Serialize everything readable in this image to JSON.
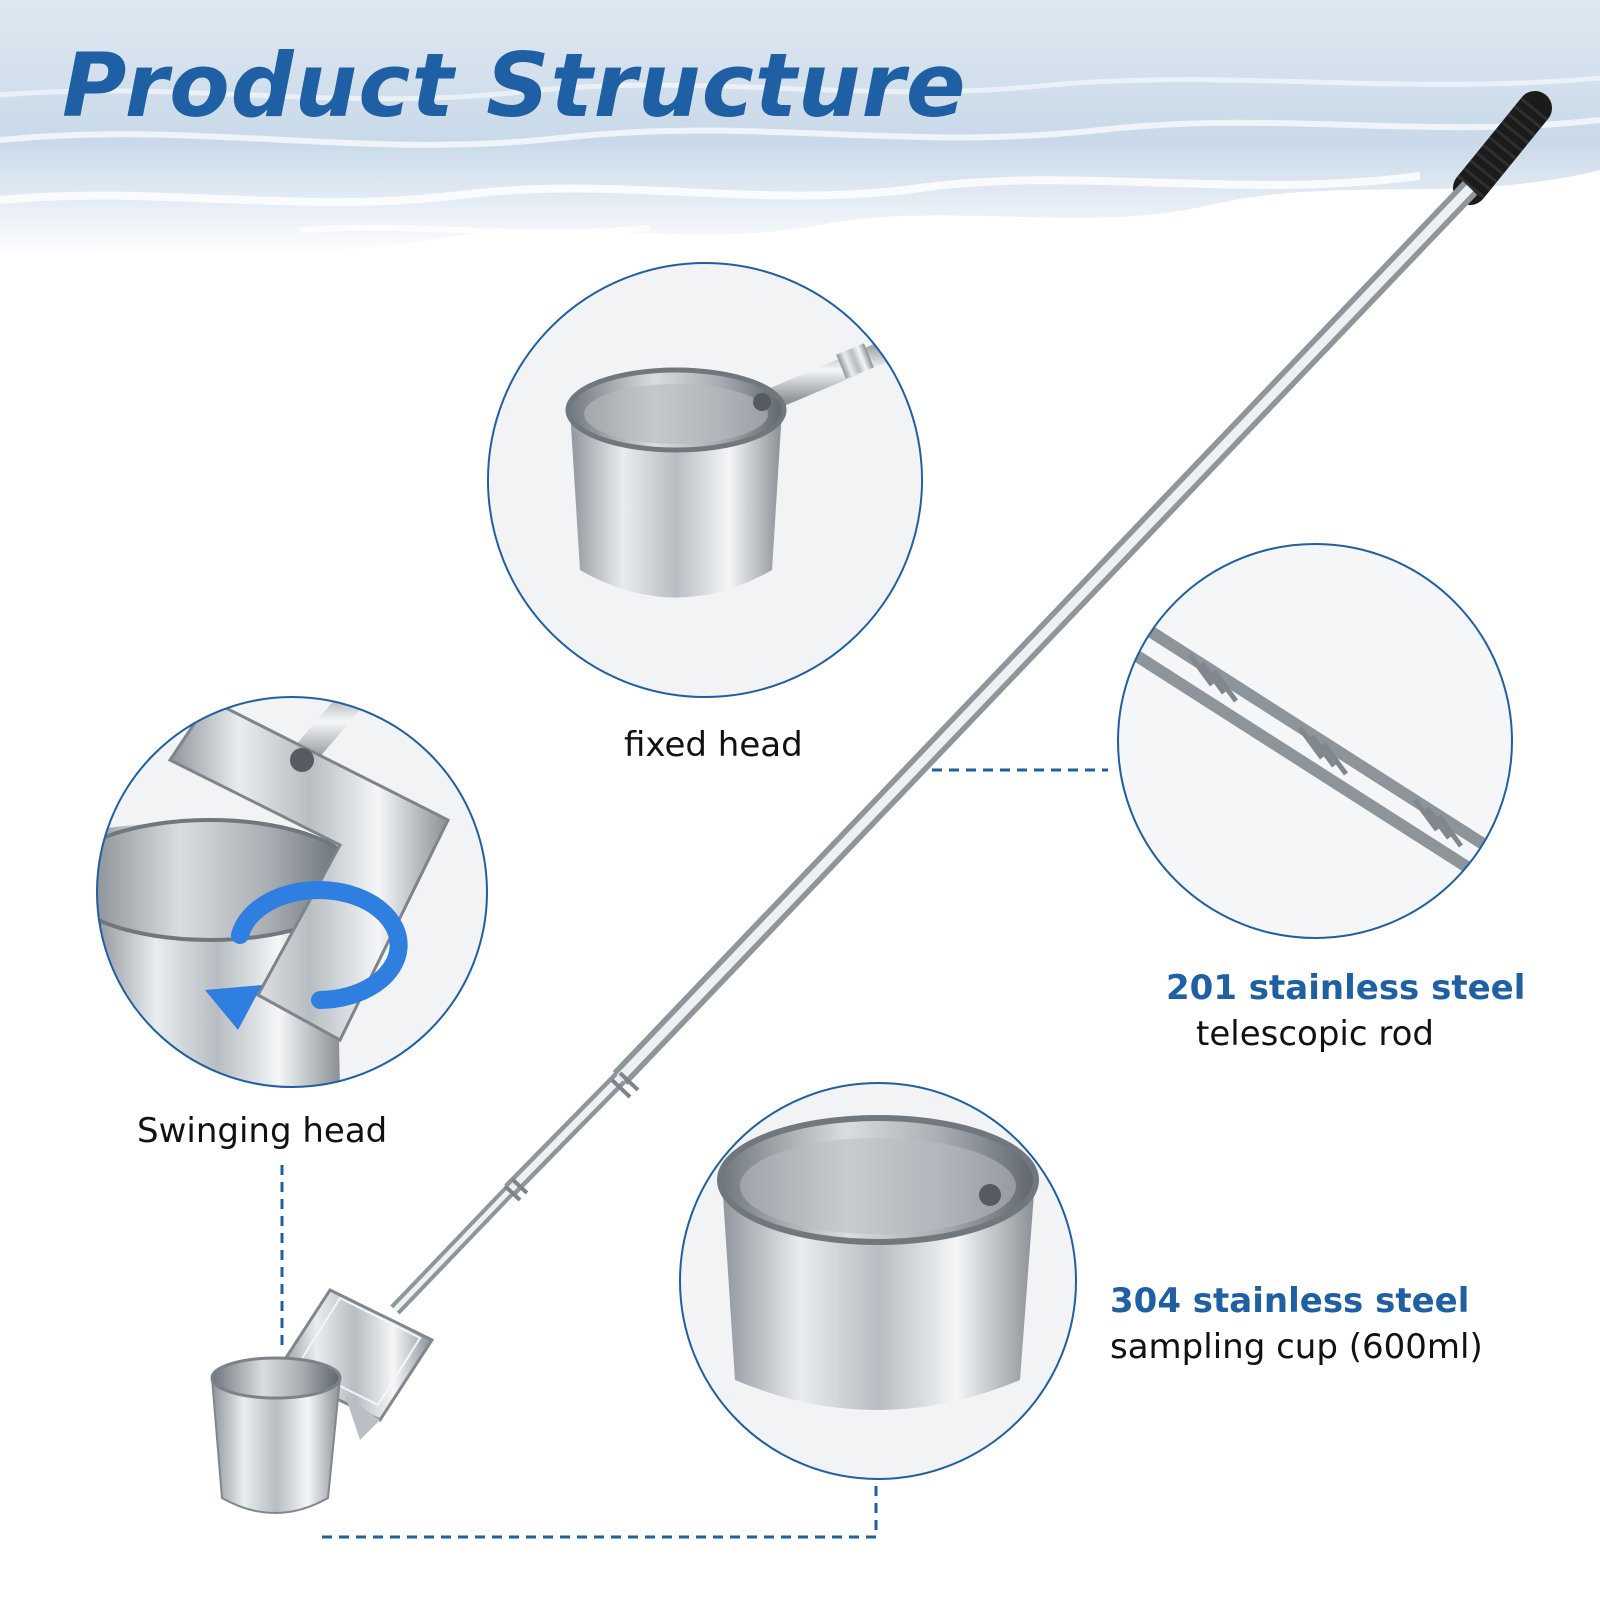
{
  "page": {
    "title": "Product Structure"
  },
  "colors": {
    "title": "#1f5fa3",
    "accent_text": "#1f5fa3",
    "body_text": "#111111",
    "circle_border": "#1f5fa3",
    "dashed_leader": "#1f5fa3",
    "grip": "#1b1b1b",
    "steel": "#c9ced3",
    "rotate_arrow": "#2f7fe0"
  },
  "callouts": {
    "fixed_head": {
      "text": "fixed head"
    },
    "swinging_head": {
      "text": "Swinging head"
    },
    "rod": {
      "line1": "201 stainless steel",
      "line2": "telescopic rod"
    },
    "cup": {
      "line1": "304 stainless steel",
      "line2": "sampling cup (600ml)"
    }
  },
  "icons": [
    "water-background",
    "rotate-arrow-icon"
  ]
}
